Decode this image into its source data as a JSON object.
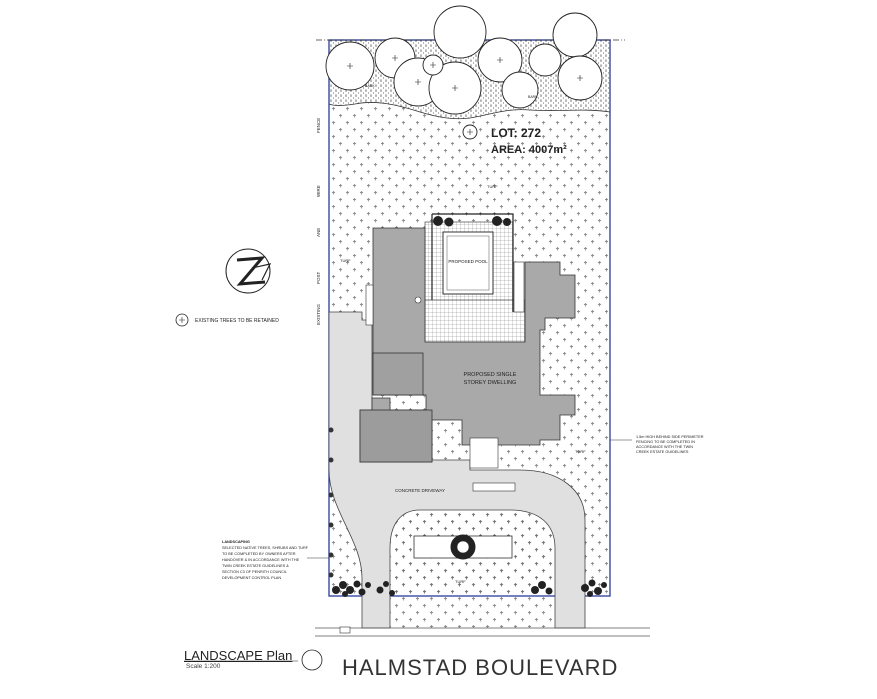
{
  "lot": {
    "number_label": "LOT: 272",
    "area_label": "AREA: 4007m²"
  },
  "labels": {
    "pool": "PROPOSED POOL",
    "dwelling_line1": "PROPOSED SINGLE",
    "dwelling_line2": "STOREY DWELLING",
    "driveway": "CONCRETE DRIVEWAY",
    "turf": "TURF",
    "bark": "BARK",
    "fence_labels": [
      "FENCE",
      "WIRE",
      "ANE",
      "POST",
      "EXISTING"
    ]
  },
  "legend": {
    "existing_trees": "EXISTING TREES TO BE RETAINED"
  },
  "notes": {
    "fence_note": [
      "1.5m HIGH BEHIND SIDE PERIMETER",
      "FENCING TO BE COMPLETED IN",
      "ACCORDANCE WITH THE TWIN",
      "CREEK ESTATE GUIDELINES"
    ],
    "landscaping_note": [
      "LANDSCAPING",
      "SELECTED NATIVE TREES, SHRUBS AND TURF",
      "TO BE COMPLETED BY OWNERS AFTER",
      "HANDOVER & IN ACCORDANCE WITH THE",
      "TWIN CREEK ESTATE GUIDELINES &",
      "SECTION C3 OF PENRITH COUNCIL",
      "DEVELOPMENT CONTROL PLAN"
    ]
  },
  "footer": {
    "title": "LANDSCAPE Plan",
    "scale": "Scale 1:200",
    "street": "HALMSTAD  BOULEVARD"
  },
  "colors": {
    "building": "#a9a9a9",
    "driveway": "#e0e0e0",
    "boundary": "#2a3b9a",
    "line": "#333333"
  }
}
